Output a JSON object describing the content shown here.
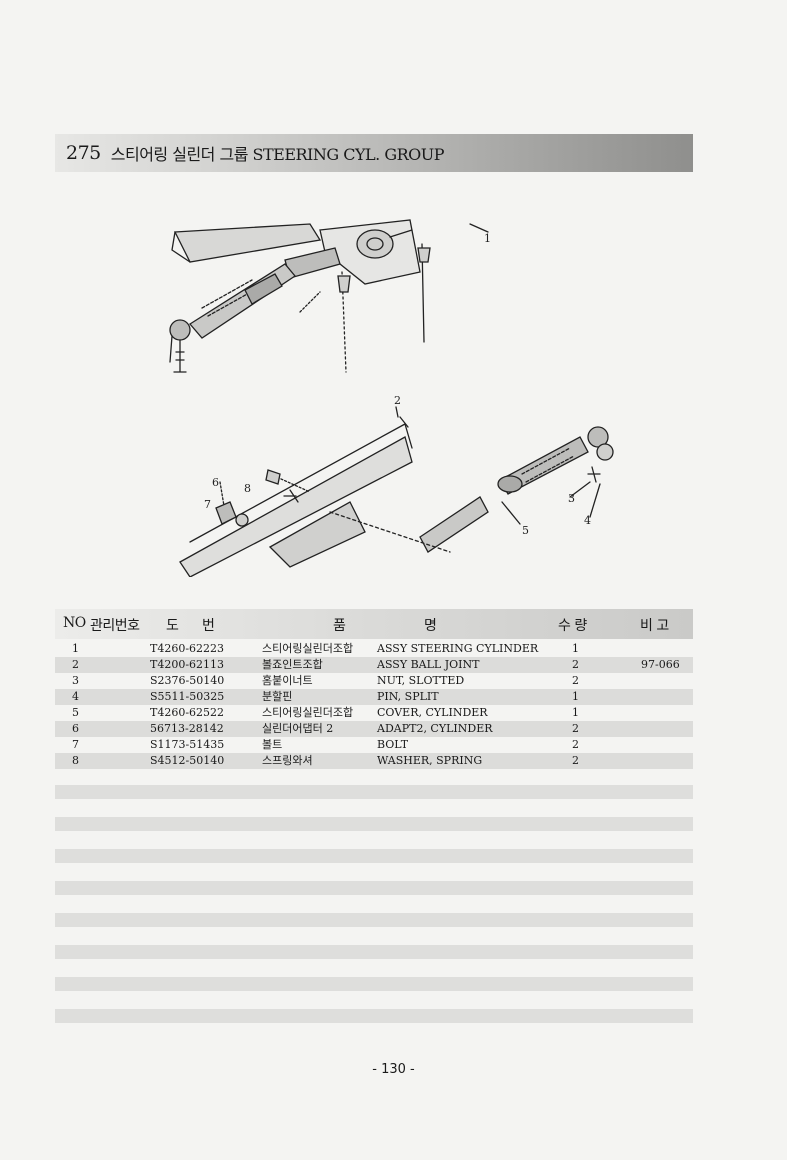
{
  "title": {
    "number": "275",
    "text": "스티어링 실린더 그룹 STEERING CYL. GROUP"
  },
  "diagram_callouts": [
    "1",
    "2",
    "3",
    "4",
    "5",
    "6",
    "7",
    "8"
  ],
  "table": {
    "headers": {
      "no": "NO",
      "mgmt": "관리번호",
      "drawing_1": "도",
      "drawing_2": "번",
      "name_1": "품",
      "name_2": "명",
      "qty": "수 량",
      "note": "비 고"
    },
    "rows": [
      {
        "no": "1",
        "part": "T4260-62223",
        "korean": "스티어링실린더조합",
        "english": "ASSY STEERING CYLINDER",
        "qty": "1",
        "note": ""
      },
      {
        "no": "2",
        "part": "T4200-62113",
        "korean": "볼죠인트조합",
        "english": "ASSY BALL JOINT",
        "qty": "2",
        "note": "97-066"
      },
      {
        "no": "3",
        "part": "S2376-50140",
        "korean": "홈붙이너트",
        "english": "NUT, SLOTTED",
        "qty": "2",
        "note": ""
      },
      {
        "no": "4",
        "part": "S5511-50325",
        "korean": "분할핀",
        "english": "PIN, SPLIT",
        "qty": "1",
        "note": ""
      },
      {
        "no": "5",
        "part": "T4260-62522",
        "korean": "스티어링실린더조합",
        "english": "COVER, CYLINDER",
        "qty": "1",
        "note": ""
      },
      {
        "no": "6",
        "part": "56713-28142",
        "korean": "실린더어댑터 2",
        "english": "ADAPT2, CYLINDER",
        "qty": "2",
        "note": ""
      },
      {
        "no": "7",
        "part": "S1173-51435",
        "korean": "볼트",
        "english": "BOLT",
        "qty": "2",
        "note": ""
      },
      {
        "no": "8",
        "part": "S4512-50140",
        "korean": "스프링와셔",
        "english": "WASHER, SPRING",
        "qty": "2",
        "note": ""
      }
    ]
  },
  "page_number": "- 130 -"
}
